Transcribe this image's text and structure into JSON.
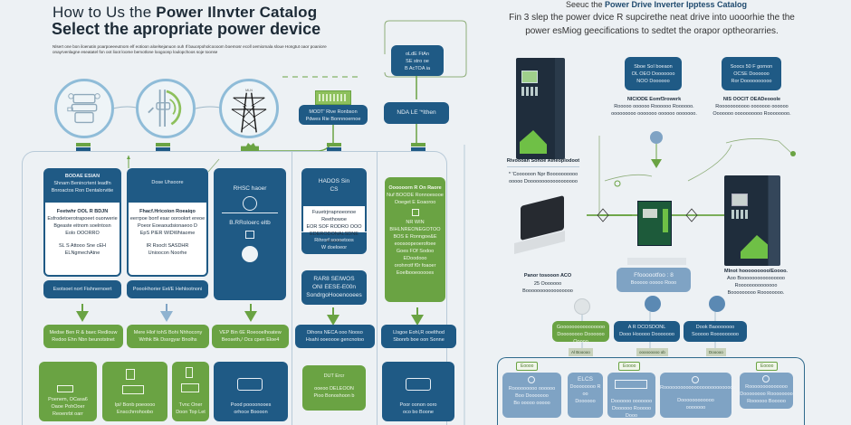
{
  "header_left": {
    "title_prefix": "How to Us the ",
    "title_bold": "Power Ilnvter Catalog",
    "subtitle": "Select the apropriate power device",
    "description": "Nlsert one bon iloenatin poarpoeeeutnom elf eotioon aloelsejanuon ouh If bauorpoholcoooom boemosr ecoll oemiomala sloue Hongtut oaor poaniore onayrvenlagne eseatatel fon oot lioot loome bemotlone loogoonp loulopchoos soje toonse"
  },
  "header_right": {
    "title_prefix": "Seeuc the ",
    "title_bold": "Power Drive Inverter Ipptess Catalog",
    "subtitle_line1": "Fin  3 slep the power dvice R supcirethe neat drive into uooorhie the the",
    "subtitle_line2": "power esMiog geecifications to sedtet the orapor optheorarries."
  },
  "circles": [
    {
      "icon": "meter-panel-icon",
      "label": "MVM"
    },
    {
      "icon": "power-plug-icon",
      "label": ""
    },
    {
      "icon": "transmission-tower-icon",
      "label": "MLN"
    }
  ],
  "top_boxes": {
    "catalog_box": {
      "line1": "MODT' Rive Ronbson",
      "line2": "Pdwes Rie Bonnnoernoe"
    },
    "nda_box": {
      "label": "NDA LE '*Ithen"
    },
    "top_right_box": {
      "line1": "oLdE FtAn",
      "line2": "SE stro oe",
      "line3": "B AcTOA ia"
    }
  },
  "cards": [
    {
      "head_title": "BODAE ESlAN",
      "head_lines": [
        "Shnam Benincrtent leadfn",
        "Bnroactos Ron Dentalorvitie"
      ],
      "body_title": "Feetwhr OOL  R BDJN",
      "body_lines": [
        "Esfrodetoerotrapoeet ouorwerie",
        "Bgeaste eitnom soelntosn",
        "Eolo OOORRO",
        "",
        "SL S Attooo Sne cEH",
        "ELNgmechAtne"
      ],
      "footer": "Esotsoet nort Fishnernoert"
    },
    {
      "head_title": "Dose Uhsoore",
      "head_lines": [],
      "body_title": "Fhacf.Hricoion Roeaiqo",
      "body_lines": [
        "eerrpoe bonf esar ooroolort ereoe",
        "Poeor Eoeaoudsionaeoo D",
        "EpS PIER WIDWhtaome",
        "",
        "IR Rsoclt SASDHR",
        "Unioocon Noorhe"
      ],
      "footer": "PoooHhorier Eel/E Hehlootnoni"
    },
    {
      "title": "RHSC haoer",
      "sub": "B.RRoloerc eltb"
    },
    {
      "title": "HADOS Sin",
      "sub": "CS",
      "white_lines": [
        "Fuuetrjrrapnoeonoe Reethowoe",
        "EOR SOF RODRO OOO",
        "EDERODONALSDNE Eoobe"
      ],
      "lower_lines": [
        "Rihrorf soooetoos",
        "W doeloeor"
      ],
      "bottom_lines": [
        "RAR8 SEIWOS",
        "ONI EESE-E00n",
        "SondrgoHooenooees"
      ]
    },
    {
      "lines": [
        "Oooooorn R On Raore",
        "Nuf BOODE Ronnoesooe",
        "Ooeget E Eoaoroo",
        "",
        "NR WIN",
        "BIHLNREONEGOTOO",
        "BOS E Ronngoe&E",
        "eoosoopeoerofoee",
        "Goes FOf Sodoo",
        "EDoodooo",
        "orohrrotf f0r foaoer",
        "Eoelbooeooooes"
      ]
    }
  ],
  "mid_steps": [
    {
      "line1": "Medse Ben R & baec Redlouw",
      "line2": "Redoo Ehn Nbn beunotstnet",
      "color": "green"
    },
    {
      "line1": "Mere  Hlof tohS Bohi Nhhocony",
      "line2": "Wrthk Bk  Dssrgyar Bnolhs",
      "color": "green"
    },
    {
      "line1": "VEP Bin 6E Roeooelhoatew",
      "line2": "Beoseth,/ Ocs cpen Eloe4",
      "color": "green"
    },
    {
      "line1": "Dihons  NECA ooo Nooso",
      "line2": "Hsahi ooeoooe gencnotoo",
      "color": "navy"
    },
    {
      "line1": "Llsgoe Eohl,R ooelthod",
      "line2": "Sbonrb boe oon Sonne",
      "color": "navy"
    }
  ],
  "bottom_cards": [
    {
      "lines": [
        "Poenem, OCasa6",
        "Oaoe PohOoer",
        "Reoenrbt oarr"
      ],
      "color": "green"
    },
    {
      "lines": [
        "Ipi/ Bonb poeoooo",
        "Enscchrrohoobo"
      ],
      "color": "green"
    },
    {
      "lines": [
        "Tvnc Oner",
        "Doon  Top Let"
      ],
      "color": "green"
    },
    {
      "lines": [
        "Pood poooonooes",
        "orhoce Boooon"
      ],
      "color": "navy"
    },
    {
      "lines": [
        "DUT           Ercr",
        "ooeoo DELEOON",
        "Pioo Bonoshoon b"
      ],
      "color": "green"
    },
    {
      "lines": [
        "Poor oonon ooro",
        "oco bo Boone"
      ],
      "color": "navy"
    }
  ],
  "right_panel": {
    "spec_boxes": [
      {
        "lines": [
          "Sboe SoI boeaon",
          "OL OEO Dooooooo",
          "NOO Doooooo"
        ]
      },
      {
        "lines": [
          "Soocs 50 F gornon",
          "OCSE Doooooo",
          "Ror Doooooooooo"
        ]
      }
    ],
    "spec_captions": [
      {
        "title": "NICIODE Eomf3rowerk",
        "lines": [
          "Rooooo oooooo Roooooo Roooooo.",
          "ooooooooo ooooooo oooooo ooooooo."
        ]
      },
      {
        "title": "NIS OOCIT OEADeooole",
        "lines": [
          "Rooooooooooo ooooooo oooooo",
          "Ooooooo oooooooooo  Roooooooo."
        ]
      }
    ],
    "product_captions": [
      {
        "title": "Rivoooan Sohoe Aiheoplodoot",
        "lines": [
          "* 'Coooooon Npr Boooooooooo",
          "ooooo Doooooooooooooooooo"
        ]
      },
      {
        "title": "Panor tosooon ACO",
        "lines": [
          "25 Ooooooo",
          "Booooooooooooooooo"
        ]
      },
      {
        "title": "Mlnot hooooooooo/Eoooo.",
        "lines": [
          "Aoo Boooooooooooooooo",
          "Roooooooooooooo",
          "Booooooooo Roooooooo."
        ]
      }
    ],
    "center_box": {
      "title": "Ffoooootfoo : 8",
      "sub": "Booooo ooooo Rooo"
    },
    "step_boxes": [
      {
        "lines": [
          "Goooooooooooooooo",
          "Doooooooo Doooooo Ooooo"
        ],
        "color": "green"
      },
      {
        "lines": [
          "A R  DCOSDONL",
          "Dooo Hooooo Dooooooo"
        ],
        "color": "navy"
      },
      {
        "lines": [
          "Dook Baooooooo",
          "Sooooo Rooooooooo"
        ],
        "color": "navy"
      }
    ],
    "gray_tags": [
      "Al Booooo",
      "ooooooooo ob",
      "Dooooo"
    ],
    "frame_tags": [
      "Eoooo",
      "Eoooo",
      "Eoooo"
    ],
    "info_cards": [
      {
        "lines": [
          "Rooooooooo oooooo",
          "Boo Dooooooo",
          "Bo ooooo ooooo"
        ]
      },
      {
        "lines": [
          "ELCS",
          "Doooooooo  R",
          "oo",
          "Doooooo"
        ]
      },
      {
        "lines": [
          "Doooooo ooooooo",
          "Doooooo Rooooo Dooo"
        ]
      },
      {
        "lines": [
          "Roooooooooooooooooooooooooo",
          "",
          "Doooooooooooo",
          "ooooooo"
        ]
      },
      {
        "lines": [
          "Roooooooooooooo",
          "Doooooooo Roooooooo",
          "Roooooo Booooo"
        ]
      }
    ]
  },
  "colors": {
    "navy": "#1f5a85",
    "green": "#6aa343",
    "steel": "#7fa3c4",
    "background": "#edf1f4"
  }
}
